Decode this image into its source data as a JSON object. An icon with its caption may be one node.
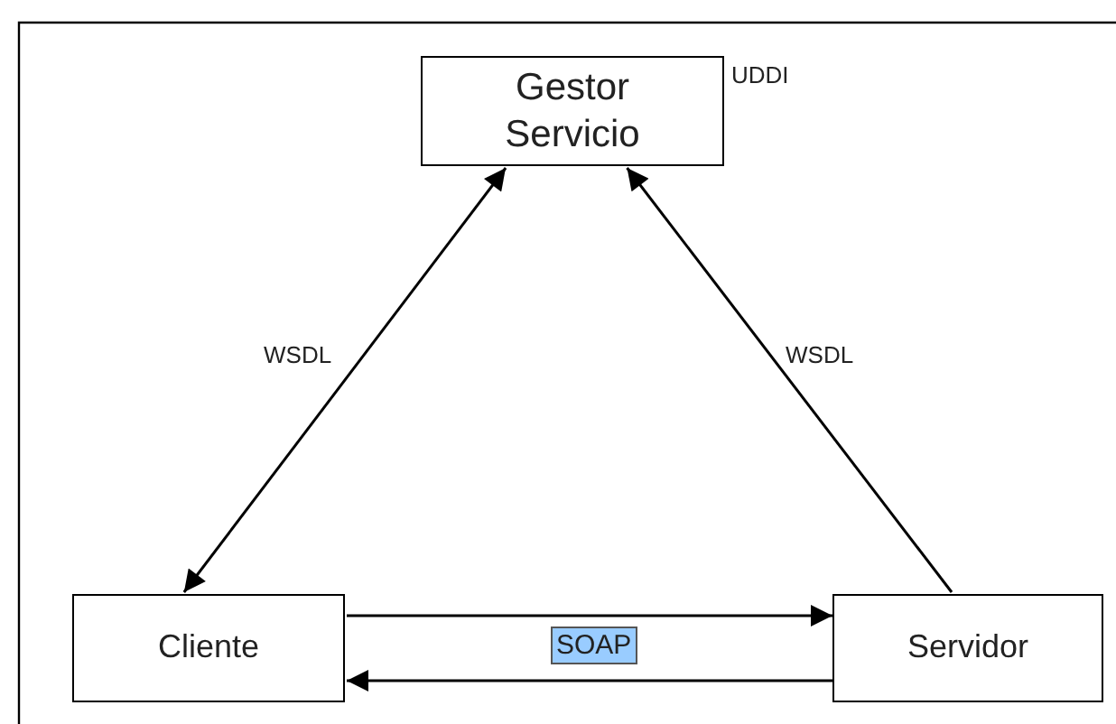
{
  "diagram": {
    "nodes": [
      {
        "text": [
          "Gestor Servicio"
        ],
        "beside": [
          "UDDI"
        ]
      },
      {
        "text": [
          "Cliente"
        ]
      },
      {
        "text": [
          "Servidor"
        ]
      }
    ],
    "edges": [
      {
        "from": 0,
        "to": 1,
        "arrow": "both",
        "label": "WSDL"
      },
      {
        "from": 2,
        "to": 0,
        "arrow": "to",
        "label": "WSDL"
      },
      {
        "from": 1,
        "to": 2,
        "arrow": "to"
      },
      {
        "from": 2,
        "to": 1,
        "arrow": "to"
      }
    ],
    "labels": [
      "SOAP"
    ]
  }
}
